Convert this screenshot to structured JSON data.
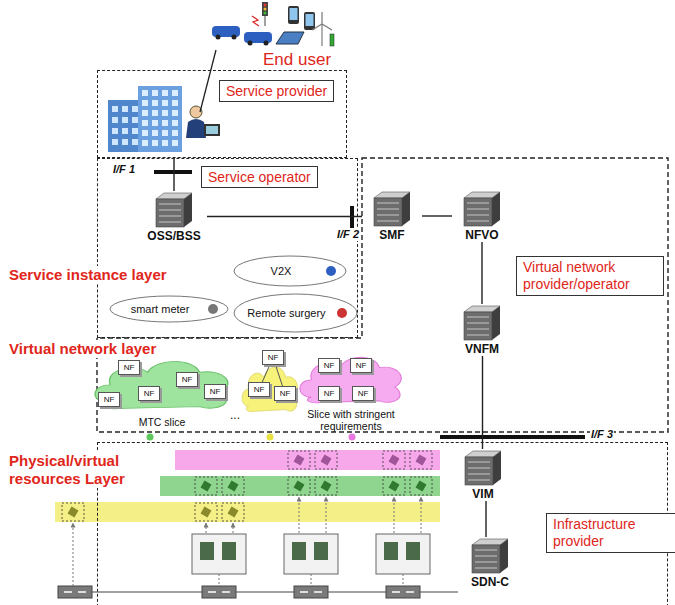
{
  "diagram": {
    "nodes": [
      {
        "text": [
          "Service provider"
        ]
      },
      {
        "text": [
          "Service operator"
        ]
      },
      {
        "text": [
          "OSS/BSS"
        ],
        "in": 1
      },
      {
        "text": [
          "V2X"
        ],
        "in": 1
      },
      {
        "text": [
          "smart meter"
        ],
        "in": 1
      },
      {
        "text": [
          "Remote surgery"
        ],
        "in": 1
      },
      {
        "text": [
          "SMF"
        ]
      },
      {
        "text": [
          "NFVO"
        ]
      },
      {
        "text": [
          "Virtual network provider/operator"
        ]
      },
      {
        "text": [
          "VNFM"
        ]
      },
      {
        "text": [
          "MTC slice"
        ]
      },
      {
        "text": [
          "NF"
        ],
        "in": 10
      },
      {
        "text": [
          "NF"
        ],
        "in": 10
      },
      {
        "text": [
          "NF"
        ],
        "in": 10
      },
      {
        "text": [
          "NF"
        ],
        "in": 10
      },
      {
        "text": [
          "NF"
        ],
        "in": 10
      },
      {
        "text": [
          "NF"
        ]
      },
      {
        "text": [
          "NF"
        ]
      },
      {
        "text": [
          "NF"
        ]
      },
      {
        "text": [
          "Slice with stringent requirements"
        ]
      },
      {
        "text": [
          "NF"
        ],
        "in": 19
      },
      {
        "text": [
          "NF"
        ],
        "in": 19
      },
      {
        "text": [
          "NF"
        ],
        "in": 19
      },
      {
        "text": [
          "NF"
        ],
        "in": 19
      },
      {
        "text": [
          "Infrastructure provider"
        ]
      },
      {
        "text": [
          "VIM"
        ],
        "in": 24
      },
      {
        "text": [
          "SDN-C"
        ],
        "in": 24
      }
    ],
    "edges": [
      {
        "from": 0,
        "to": 2,
        "arrow": "none"
      },
      {
        "from": 2,
        "to": 6,
        "arrow": "none"
      },
      {
        "from": 6,
        "to": 7,
        "arrow": "none"
      },
      {
        "from": 7,
        "to": 9,
        "arrow": "none"
      },
      {
        "from": 9,
        "to": 25,
        "arrow": "none"
      },
      {
        "from": 25,
        "to": 26,
        "arrow": "none"
      },
      {
        "from": 11,
        "to": 13,
        "arrow": "none"
      },
      {
        "from": 12,
        "to": 13,
        "arrow": "none"
      },
      {
        "from": 13,
        "to": 14,
        "arrow": "none"
      },
      {
        "from": 14,
        "to": 15,
        "arrow": "none"
      },
      {
        "from": 16,
        "to": 17,
        "arrow": "none"
      },
      {
        "from": 16,
        "to": 18,
        "arrow": "none"
      },
      {
        "from": 20,
        "to": 22,
        "arrow": "none"
      },
      {
        "from": 21,
        "to": 23,
        "arrow": "none"
      },
      {
        "from": 20,
        "to": 21,
        "arrow": "none"
      }
    ],
    "labels": [
      "End user",
      "I/F 1",
      "I/F 2",
      "Service instance layer",
      "Virtual network layer",
      "...",
      "I/F 3",
      "Physical/virtual resources Layer"
    ]
  }
}
